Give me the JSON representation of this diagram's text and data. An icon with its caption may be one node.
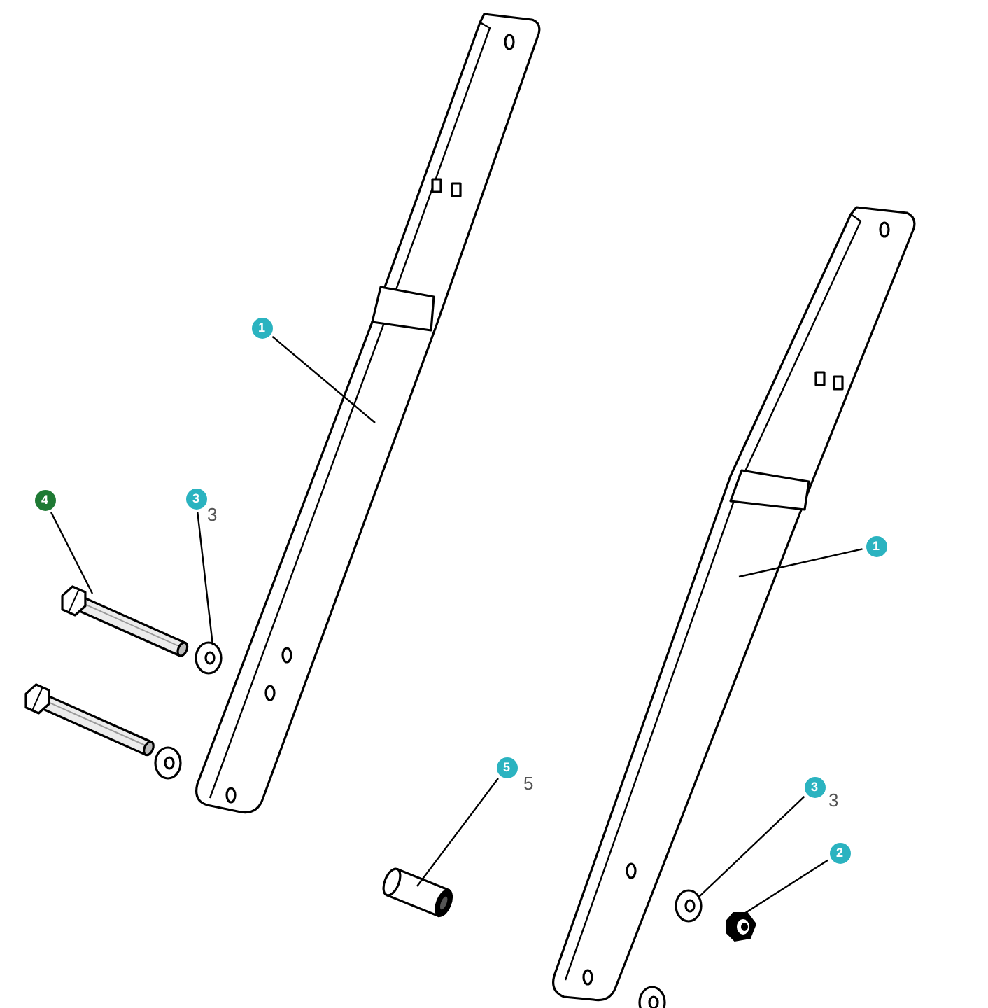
{
  "diagram": {
    "nodes": [
      {
        "text": [
          "1"
        ]
      },
      {
        "text": [
          "4"
        ]
      },
      {
        "text": [
          "3"
        ]
      },
      {
        "text": [
          "1"
        ]
      },
      {
        "text": [
          "5"
        ]
      },
      {
        "text": [
          "3"
        ]
      },
      {
        "text": [
          "2"
        ]
      },
      {
        "text": [],
        "shape": "picture"
      },
      {
        "text": [],
        "shape": "picture"
      },
      {
        "text": [],
        "shape": "picture"
      },
      {
        "text": [],
        "shape": "picture"
      },
      {
        "text": [],
        "shape": "picture"
      },
      {
        "text": [],
        "shape": "picture"
      },
      {
        "text": [],
        "shape": "picture"
      }
    ],
    "edges": [
      {
        "from": 0,
        "to": 7,
        "arrow": "none"
      },
      {
        "from": 1,
        "to": 8,
        "arrow": "none"
      },
      {
        "from": 2,
        "to": 9,
        "arrow": "none"
      },
      {
        "from": 3,
        "to": 10,
        "arrow": "none"
      },
      {
        "from": 4,
        "to": 11,
        "arrow": "none"
      },
      {
        "from": 5,
        "to": 12,
        "arrow": "none"
      },
      {
        "from": 6,
        "to": 13,
        "arrow": "none"
      }
    ],
    "labels": [
      "3",
      "5",
      "3"
    ]
  }
}
